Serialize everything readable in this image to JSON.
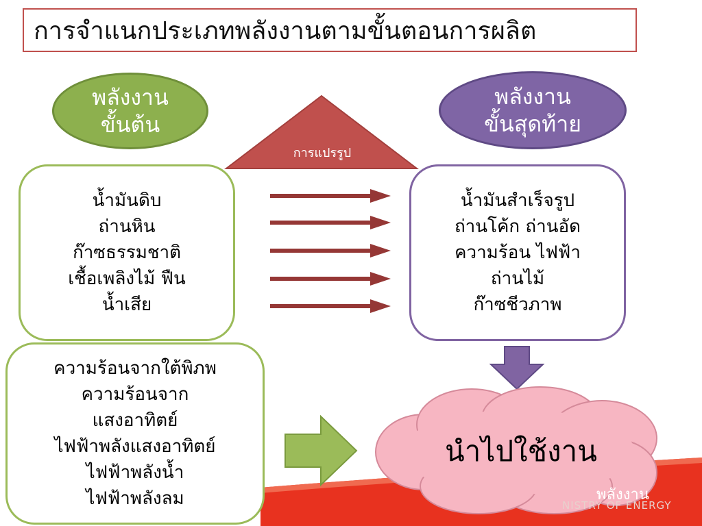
{
  "title": "การจำแนกประเภทพลังงานตามขั้นตอนการผลิต",
  "primary": {
    "line1": "พลังงาน",
    "line2": "ขั้นต้น"
  },
  "final": {
    "line1": "พลังงาน",
    "line2": "ขั้นสุดท้าย"
  },
  "transform_label": "การแปรรูป",
  "primary_items": [
    "น้ำมันดิบ",
    "ถ่านหิน",
    "ก๊าซธรรมชาติ",
    "เชื้อเพลิงไม้ ฟืน",
    "น้ำเสีย"
  ],
  "final_items": [
    "น้ำมันสำเร็จรูป",
    "ถ่านโค้ก ถ่านอัด",
    "ความร้อน ไฟฟ้า",
    "ถ่านไม้",
    "ก๊าซชีวภาพ"
  ],
  "renewable_items": [
    "ความร้อนจากใต้พิภพ",
    "ความร้อนจาก",
    "แสงอาทิตย์",
    "ไฟฟ้าพลังแสงอาทิตย์",
    "ไฟฟ้าพลังน้ำ",
    "ไฟฟ้าพลังลม"
  ],
  "use_label": "นำไปใช้งาน",
  "logo": {
    "thai": "พลังงาน",
    "english": "NISTRY OF ENERGY"
  },
  "colors": {
    "green": "#9bbb59",
    "purple": "#8064a2",
    "red_triangle": "#c0504d",
    "arrow": "#953735",
    "cloud": "#f7b6c2",
    "banner_red": "#e8321f"
  }
}
